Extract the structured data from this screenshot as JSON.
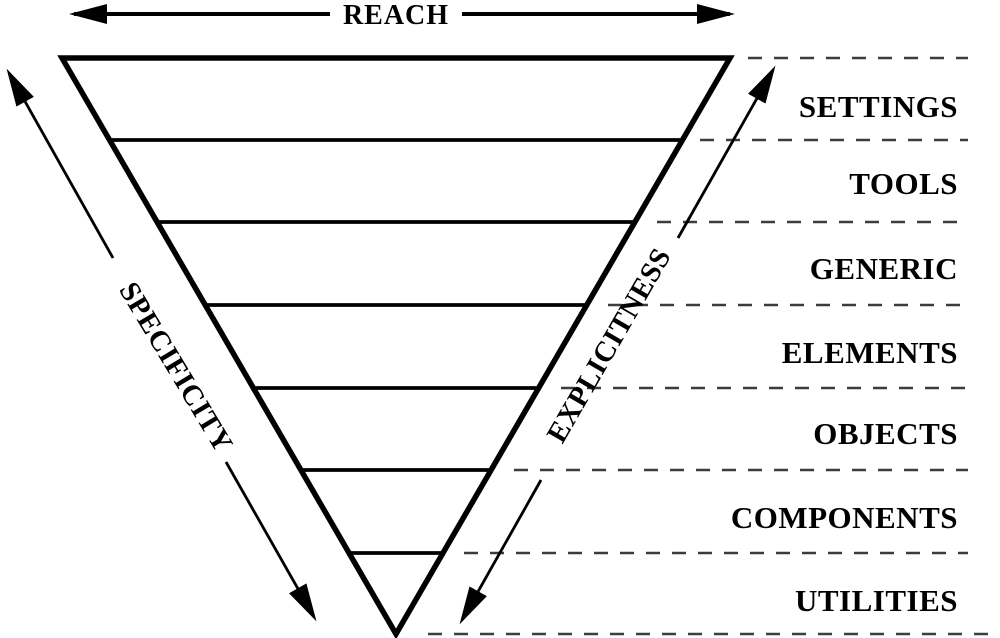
{
  "axes": {
    "reach": "REACH",
    "specificity": "SPECIFICITY",
    "explicitness": "EXPLICITNESS"
  },
  "layers": [
    "SETTINGS",
    "TOOLS",
    "GENERIC",
    "ELEMENTS",
    "OBJECTS",
    "COMPONENTS",
    "UTILITIES"
  ],
  "colors": {
    "line": "#000000",
    "dashed_line": "#3d3d3d",
    "text": "#000000",
    "background": "#ffffff"
  }
}
